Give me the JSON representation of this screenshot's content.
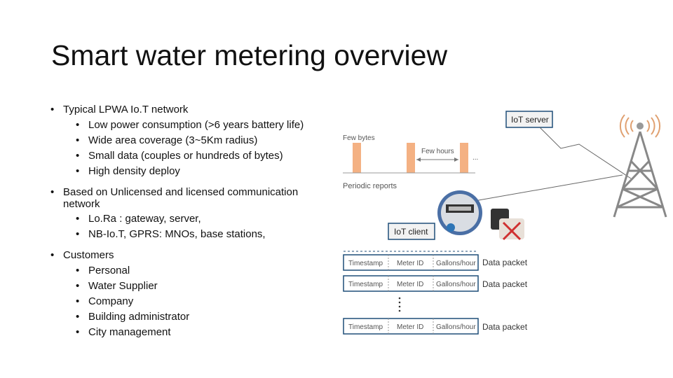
{
  "title": "Smart water metering overview",
  "bullets": [
    {
      "text": "Typical LPWA Io.T network",
      "sub": [
        "Low power consumption (>6 years battery life)",
        "Wide area coverage (3~5Km radius)",
        "Small data (couples or hundreds of bytes)",
        "High density deploy"
      ]
    },
    {
      "text": "Based on Unlicensed and licensed communication network",
      "sub": [
        "Lo.Ra : gateway, server,",
        "NB-Io.T, GPRS: MNOs, base stations,"
      ]
    },
    {
      "text": "Customers",
      "sub": [
        "Personal",
        "Water Supplier",
        "Company",
        "Building administrator",
        "City management"
      ]
    }
  ],
  "diagram": {
    "few_bytes": "Few bytes",
    "few_hours": "Few hours",
    "ellipsis": "...",
    "periodic_reports": "Periodic reports",
    "iot_server": "IoT server",
    "iot_client": "IoT client",
    "packet_fields": [
      "Timestamp",
      "Meter ID",
      "Gallons/hour"
    ],
    "packet_label": "Data packet",
    "colors": {
      "pulse": "#f4b183",
      "box_border": "#1f4e79",
      "tower": "#888888",
      "signal": "#e0a070"
    }
  }
}
